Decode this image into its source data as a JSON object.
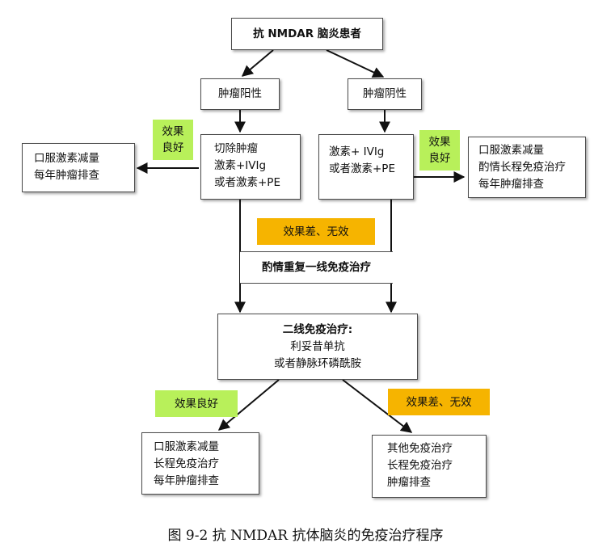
{
  "flowchart": {
    "root": "抗 NMDAR 脑炎患者",
    "tumor_positive": "肿瘤阳性",
    "tumor_negative": "肿瘤阴性",
    "positive_treatment": [
      "切除肿瘤",
      "激素+IVIg",
      "或者激素+PE"
    ],
    "negative_treatment": [
      "激素+ IVIg",
      "或者激素+PE"
    ],
    "positive_good_outcome": [
      "口服激素减量",
      "每年肿瘤排查"
    ],
    "negative_good_outcome": [
      "口服激素减量",
      "酌情长程免疫治疗",
      "每年肿瘤排查"
    ],
    "effect_good_left": [
      "效果",
      "良好"
    ],
    "effect_good_right": [
      "效果",
      "良好"
    ],
    "effect_poor_top": "效果差、无效",
    "repeat_first_line": "酌情重复一线免疫治疗",
    "second_line": {
      "title": "二线免疫治疗:",
      "lines": [
        "利妥昔单抗",
        "或者静脉环磷酰胺"
      ]
    },
    "effect_good_bottom": "效果良好",
    "effect_poor_bottom": "效果差、无效",
    "final_good": [
      "口服激素减量",
      "长程免疫治疗",
      "每年肿瘤排查"
    ],
    "final_poor": [
      "其他免疫治疗",
      "长程免疫治疗",
      "肿瘤排查"
    ]
  },
  "colors": {
    "green_tag": "#b8f05a",
    "orange_tag": "#f6b400"
  },
  "caption": "图 9-2  抗 NMDAR 抗体脑炎的免疫治疗程序"
}
